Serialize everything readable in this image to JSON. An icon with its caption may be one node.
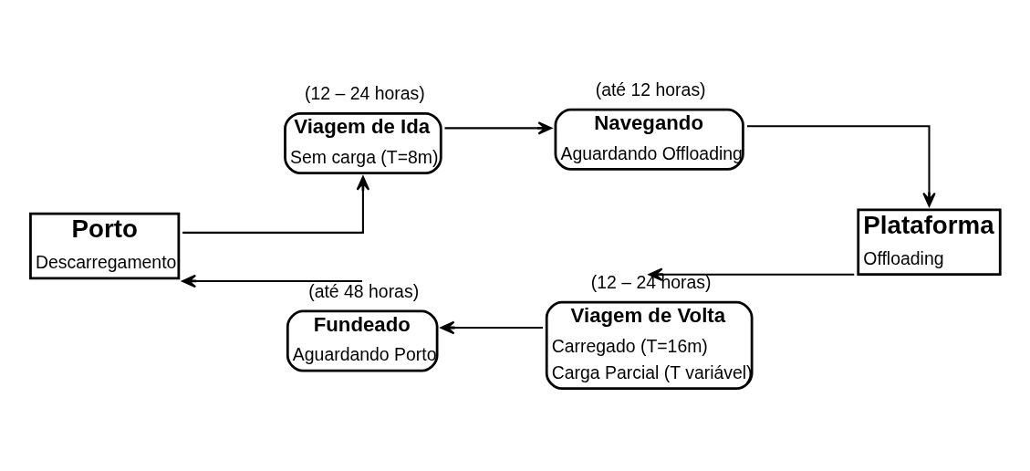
{
  "diagram": {
    "nodes": [
      {
        "text": [
          "Porto",
          "Descarregamento"
        ]
      },
      {
        "text": [
          "Viagem de Ida",
          "Sem carga (T=8m)"
        ],
        "beside": [
          "(12 – 24 horas)"
        ]
      },
      {
        "text": [
          "Navegando",
          "Aguardando Offloading"
        ],
        "beside": [
          "(até 12 horas)"
        ]
      },
      {
        "text": [
          "Plataforma",
          "Offloading"
        ]
      },
      {
        "text": [
          "Viagem de Volta",
          "Carregado (T=16m)",
          "Carga Parcial (T variável)"
        ],
        "beside": [
          "(12 – 24 horas)"
        ]
      },
      {
        "text": [
          "Fundeado",
          "Aguardando Porto"
        ],
        "beside": [
          "(até 48 horas)"
        ]
      }
    ],
    "edges": [
      {
        "from": 0,
        "to": 1,
        "arrow": "to"
      },
      {
        "from": 1,
        "to": 2,
        "arrow": "to"
      },
      {
        "from": 2,
        "to": 3,
        "arrow": "to"
      },
      {
        "from": 3,
        "to": 4,
        "arrow": "to"
      },
      {
        "from": 4,
        "to": 5,
        "arrow": "to"
      },
      {
        "from": 5,
        "to": 0,
        "arrow": "to"
      }
    ]
  }
}
